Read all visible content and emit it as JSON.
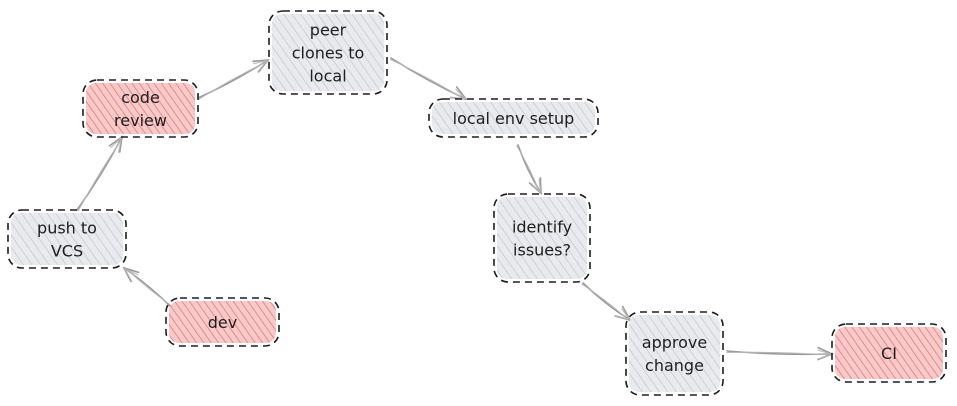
{
  "colors": {
    "neutral_fill": "#e8eaee",
    "neutral_hatch": "#b9bcc4",
    "accent_fill": "#f7c9c9",
    "accent_hatch": "#e0686b",
    "border": "#1e1e1e",
    "arrow": "#9a9a9a"
  },
  "nodes": [
    {
      "id": "dev",
      "lines": [
        "dev"
      ],
      "style": "accent"
    },
    {
      "id": "push",
      "lines": [
        "push to",
        "VCS"
      ],
      "style": "neutral"
    },
    {
      "id": "review",
      "lines": [
        "code",
        "review"
      ],
      "style": "accent"
    },
    {
      "id": "peer",
      "lines": [
        "peer",
        "clones to",
        "local"
      ],
      "style": "neutral"
    },
    {
      "id": "env",
      "lines": [
        "local env setup"
      ],
      "style": "neutral"
    },
    {
      "id": "issues",
      "lines": [
        "identify",
        "issues?"
      ],
      "style": "neutral"
    },
    {
      "id": "approve",
      "lines": [
        "approve",
        "change"
      ],
      "style": "neutral"
    },
    {
      "id": "ci",
      "lines": [
        "CI"
      ],
      "style": "accent"
    }
  ],
  "edges": [
    {
      "from": "dev",
      "to": "push"
    },
    {
      "from": "push",
      "to": "review"
    },
    {
      "from": "review",
      "to": "peer"
    },
    {
      "from": "peer",
      "to": "env"
    },
    {
      "from": "env",
      "to": "issues"
    },
    {
      "from": "issues",
      "to": "approve"
    },
    {
      "from": "approve",
      "to": "ci"
    }
  ]
}
